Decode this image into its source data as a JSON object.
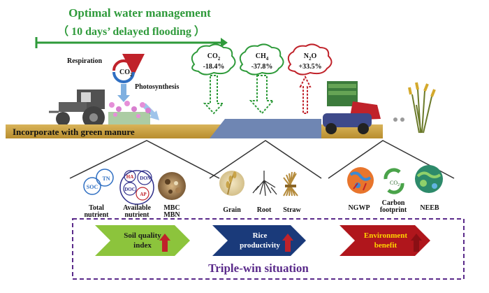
{
  "header": {
    "title": "Optimal water management",
    "subtitle": "（ 10 days’ delayed flooding ）"
  },
  "cycle": {
    "respiration": "Respiration",
    "co2": "CO",
    "co2_sub": "2",
    "photosynthesis": "Photosynthesis"
  },
  "gases": [
    {
      "formula": "CO",
      "sub": "2",
      "change": "-18.4%",
      "direction": "down",
      "color": "#2e9a3a"
    },
    {
      "formula": "CH",
      "sub": "4",
      "change": "-37.8%",
      "direction": "down",
      "color": "#2e9a3a"
    },
    {
      "formula": "N",
      "sub": "2",
      "tail": "O",
      "change": "+33.5%",
      "direction": "up",
      "color": "#c0222a"
    }
  ],
  "soil_bar_label": "Incorporate with green manure",
  "soil_quality": {
    "venn": {
      "soc": "SOC",
      "tn": "TN",
      "ha": "HA",
      "don": "DON",
      "doc": "DOC",
      "ap": "AP"
    },
    "labels": {
      "total_1": "Total",
      "total_2": "nutrient",
      "available_1": "Available",
      "available_2": "nutrient",
      "mbc": "MBC",
      "mbn": "MBN"
    }
  },
  "rice": {
    "grain": "Grain",
    "root": "Root",
    "straw": "Straw"
  },
  "environment": {
    "ngwp": "NGWP",
    "carbon_1": "Carbon",
    "carbon_2": "footprint",
    "neeb": "NEEB",
    "co2": "CO",
    "co2_sub": "2"
  },
  "outcomes": [
    {
      "line1": "Soil quality",
      "line2": "index",
      "fill": "#8cc43c",
      "text_color": "#1a1a1a"
    },
    {
      "line1": "Rice",
      "line2": "productivity",
      "fill": "#1a3a7a",
      "text_color": "#ffffff"
    },
    {
      "line1": "Environment",
      "line2": "benefit",
      "fill": "#b0161c",
      "text_color": "#ffd400"
    }
  ],
  "summary": "Triple-win situation",
  "colors": {
    "green": "#2e9a3a",
    "red": "#c0222a",
    "soil": "#c9a448",
    "purple": "#5a2a8a"
  }
}
